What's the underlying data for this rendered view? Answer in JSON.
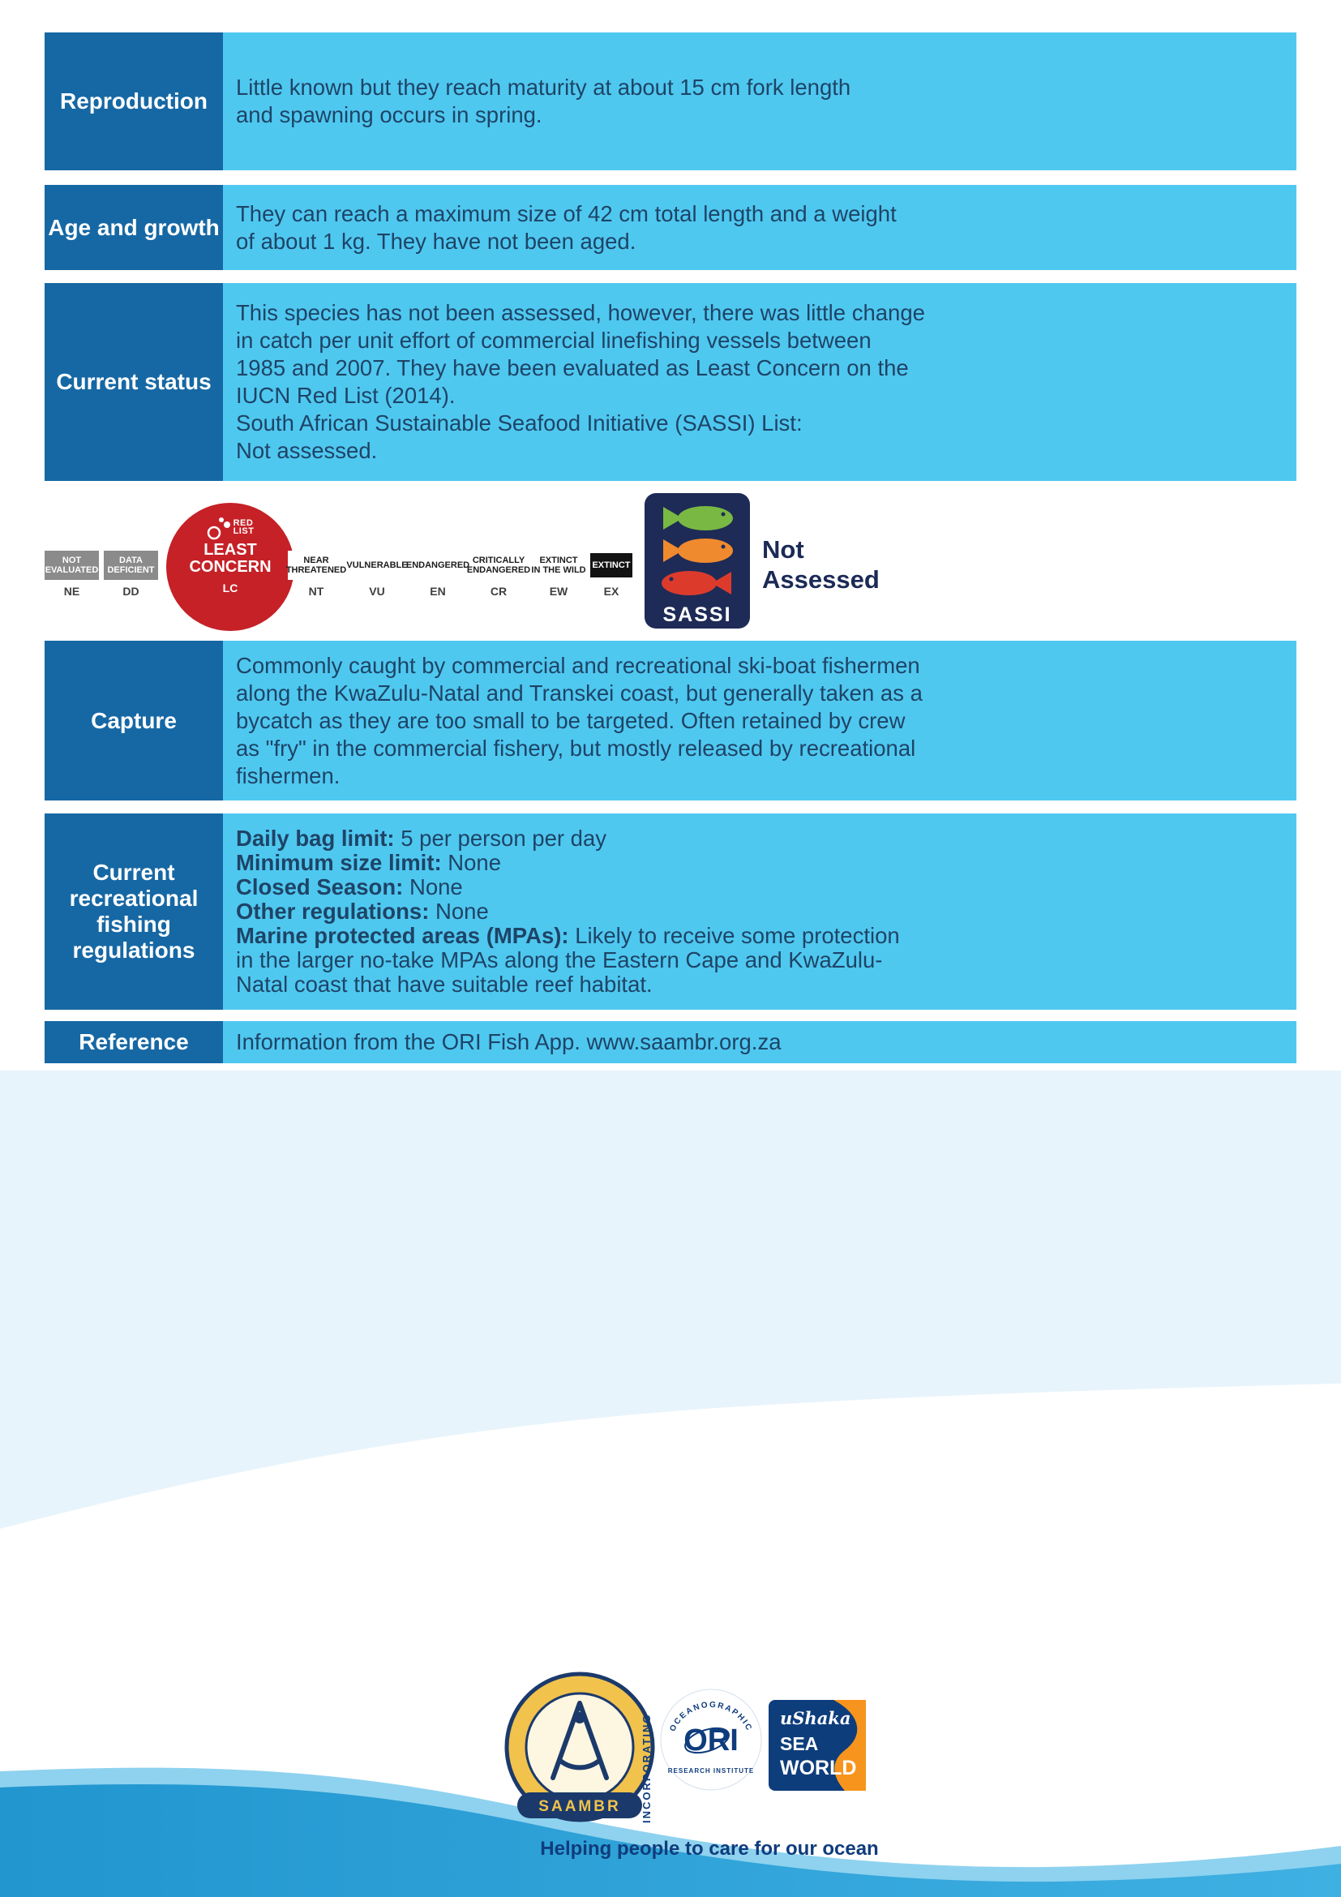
{
  "colors": {
    "label_blue": "#1668a4",
    "content_blue": "#4fc8f0",
    "iucn_red": "#c52127",
    "iucn_gray": "#8b8b8b",
    "iucn_black": "#131313",
    "sassi_navy": "#1e2b56",
    "fish_green": "#79b843",
    "fish_orange": "#f08a2e",
    "fish_red": "#dc3b2c",
    "footer_wave_blue": "#2aa0d6",
    "text_navy": "#1e4466"
  },
  "rows": {
    "reproduction": {
      "label": "Reproduction",
      "text": "Little known but they reach maturity at about 15 cm fork length\nand spawning occurs in spring."
    },
    "age_growth": {
      "label": "Age and growth",
      "text": "They can reach a maximum size of 42 cm total length and a weight\nof about 1 kg. They have not been aged."
    },
    "current_status": {
      "label": "Current status",
      "text": "This species has not been assessed, however, there was little change\nin catch per unit effort of commercial linefishing vessels between\n1985 and 2007. They have been evaluated as Least Concern on the\nIUCN Red List (2014).\nSouth African Sustainable Seafood Initiative (SASSI) List:\nNot assessed."
    },
    "capture": {
      "label": "Capture",
      "text": "Commonly caught by commercial and recreational ski-boat fishermen\nalong the KwaZulu-Natal and Transkei coast, but generally taken as a\nbycatch as they are too small to be targeted. Often retained by crew\nas \"fry\" in the commercial fishery, but mostly released by recreational\nfishermen."
    },
    "regulations": {
      "label": "Current\nrecreational\nfishing\nregulations",
      "items": [
        {
          "term": "Daily bag limit:",
          "value": " 5 per person per day"
        },
        {
          "term": "Minimum size limit:",
          "value": " None"
        },
        {
          "term": "Closed Season:",
          "value": " None"
        },
        {
          "term": "Other regulations:",
          "value": " None"
        },
        {
          "term": "Marine protected areas (MPAs):",
          "value": " Likely to receive some protection\nin the larger no-take MPAs along the Eastern Cape and KwaZulu-\nNatal coast that have suitable reef habitat."
        }
      ]
    },
    "reference": {
      "label": "Reference",
      "text": "Information from the ORI Fish App.  www.saambr.org.za"
    }
  },
  "iucn": {
    "pre_categories": [
      {
        "label": "NOT\nEVALUATED",
        "code": "NE"
      },
      {
        "label": "DATA\nDEFICIENT",
        "code": "DD"
      }
    ],
    "current": {
      "label": "LEAST\nCONCERN",
      "code": "LC"
    },
    "redlist_logo": {
      "line1": "RED",
      "line2": "LIST"
    },
    "arrow": "›",
    "scale": [
      {
        "label": "NEAR\nTHREATENED",
        "code": "NT"
      },
      {
        "label": "VULNERABLE",
        "code": "VU"
      },
      {
        "label": "ENDANGERED",
        "code": "EN"
      },
      {
        "label": "CRITICALLY\nENDANGERED",
        "code": "CR"
      },
      {
        "label": "EXTINCT\nIN THE WILD",
        "code": "EW"
      },
      {
        "label": "EXTINCT",
        "code": "EX"
      }
    ]
  },
  "sassi": {
    "logo_text": "SASSI",
    "status": "Not\nAssessed"
  },
  "footer": {
    "incorporating": "INCORPORATING",
    "saambr_text": "SAAMBR",
    "ori_text": "ORI",
    "ori_ring_top": "OCEANOGRAPHIC",
    "ori_ring_bottom": "RESEARCH INSTITUTE",
    "ushaka_script": "uShaka",
    "ushaka_line1": "SEA",
    "ushaka_line2": "WORLD",
    "tagline": "Helping people to care for our ocean"
  }
}
